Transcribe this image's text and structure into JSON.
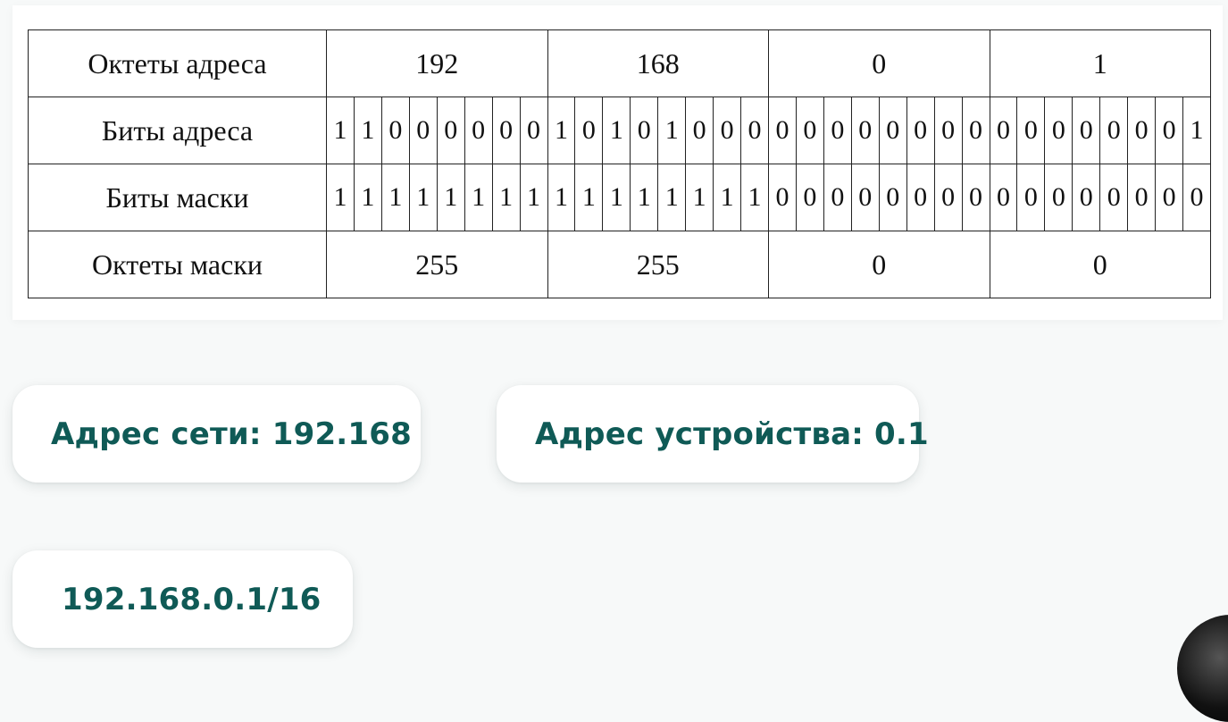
{
  "table": {
    "rows": [
      {
        "label": "Октеты адреса",
        "type": "octets",
        "values": [
          "192",
          "168",
          "0",
          "1"
        ]
      },
      {
        "label": "Биты адреса",
        "type": "bits",
        "values": [
          "1",
          "1",
          "0",
          "0",
          "0",
          "0",
          "0",
          "0",
          "1",
          "0",
          "1",
          "0",
          "1",
          "0",
          "0",
          "0",
          "0",
          "0",
          "0",
          "0",
          "0",
          "0",
          "0",
          "0",
          "0",
          "0",
          "0",
          "0",
          "0",
          "0",
          "0",
          "1"
        ]
      },
      {
        "label": "Биты маски",
        "type": "bits",
        "values": [
          "1",
          "1",
          "1",
          "1",
          "1",
          "1",
          "1",
          "1",
          "1",
          "1",
          "1",
          "1",
          "1",
          "1",
          "1",
          "1",
          "0",
          "0",
          "0",
          "0",
          "0",
          "0",
          "0",
          "0",
          "0",
          "0",
          "0",
          "0",
          "0",
          "0",
          "0",
          "0"
        ]
      },
      {
        "label": "Октеты маски",
        "type": "octets",
        "values": [
          "255",
          "255",
          "0",
          "0"
        ]
      }
    ]
  },
  "cards": {
    "network_address": "Адрес сети: 192.168",
    "device_address": "Адрес устройства: 0.1",
    "cidr_notation": "192.168.0.1/16"
  },
  "colors": {
    "card_text": "#0f5a56",
    "background": "#f7f9f9"
  }
}
